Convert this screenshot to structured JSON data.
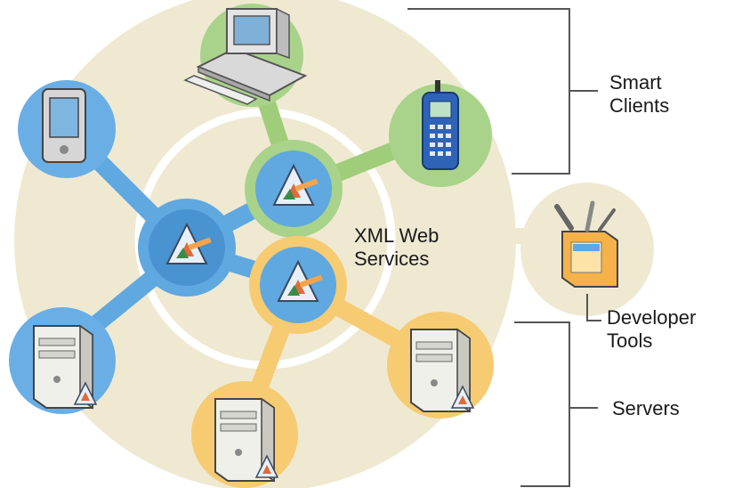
{
  "center_label": {
    "line1": "XML Web",
    "line2": "Services"
  },
  "groups": {
    "smart_clients": {
      "line1": "Smart",
      "line2": "Clients"
    },
    "developer_tools": {
      "line1": "Developer",
      "line2": "Tools"
    },
    "servers": {
      "line1": "Servers"
    }
  },
  "colors": {
    "background_disc": "#efe9d2",
    "ring": "#ffffff",
    "client_green": "#a9d38a",
    "link_green": "#9fcd7a",
    "link_blue": "#5fa8e0",
    "node_blue": "#6aaee6",
    "server_orange": "#f6cb72",
    "bracket": "#555555"
  }
}
